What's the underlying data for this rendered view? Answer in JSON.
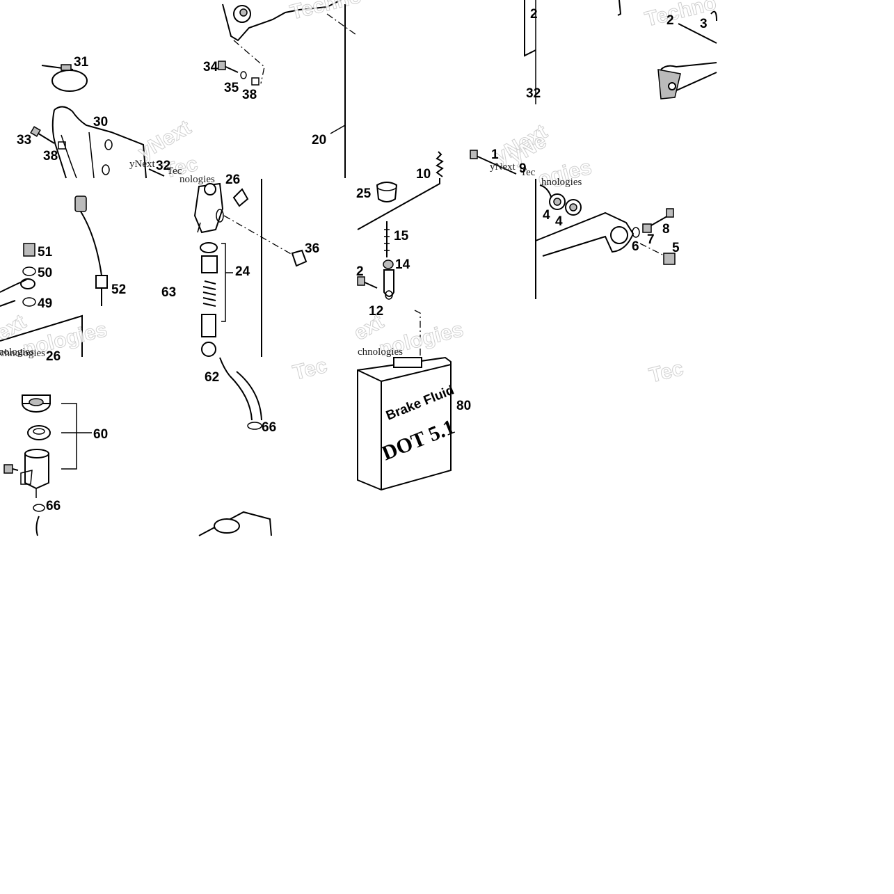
{
  "labels": {
    "l1": "1",
    "l2a": "2",
    "l2b": "2",
    "l2c": "2",
    "l3": "3",
    "l4a": "4",
    "l4b": "4",
    "l5": "5",
    "l6": "6",
    "l7": "7",
    "l8": "8",
    "l9": "9",
    "l10": "10",
    "l12": "12",
    "l14": "14",
    "l15": "15",
    "l20": "20",
    "l24": "24",
    "l25": "25",
    "l26a": "26",
    "l26b": "26",
    "l30": "30",
    "l31": "31",
    "l32a": "32",
    "l32b": "32",
    "l33": "33",
    "l34": "34",
    "l35": "35",
    "l36": "36",
    "l38a": "38",
    "l38b": "38",
    "l49": "49",
    "l50": "50",
    "l51": "51",
    "l52": "52",
    "l60": "60",
    "l62": "62",
    "l63": "63",
    "l66a": "66",
    "l66b": "66",
    "l80": "80"
  },
  "can": {
    "line1": "Brake Fluid",
    "line2": "DOT 5.1"
  },
  "watermarks": {
    "w1": "Techno",
    "w2": "Techno",
    "w3": "yNext",
    "w4": "Tec",
    "w5": "Tec",
    "w6": "ext",
    "w7": "ext",
    "w8": "nologies",
    "w9": "nologies",
    "w10": "yNext",
    "w11": "Tec",
    "w12": "ogies",
    "w13": "yNe"
  },
  "watermark_small": {
    "s1": "yNext",
    "s2": "Tec",
    "s3": "nologies",
    "s4": "yNext",
    "s5": "Tec",
    "s6": "chnologies",
    "s7": "chnologies",
    "s8": "hnologies",
    "s9": "nologies"
  }
}
